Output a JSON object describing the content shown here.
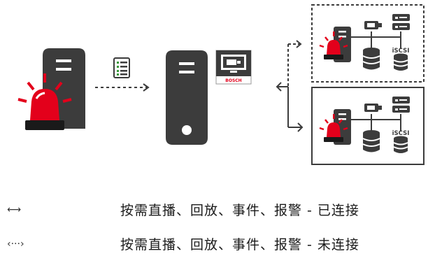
{
  "device": {
    "brand": "BOSCH"
  },
  "storage": {
    "label_top": "iSCSI",
    "label_bottom": "iSCSI"
  },
  "legend": [
    {
      "symbol": "⟷",
      "text": "按需直播、回放、事件、报警 - 已连接"
    },
    {
      "symbol": "‹···›",
      "text": "按需直播、回放、事件、报警 - 未连接"
    }
  ],
  "colors": {
    "ink": "#3c3c3c",
    "alarm": "#e3001b",
    "dark": "#1a1a1a"
  }
}
